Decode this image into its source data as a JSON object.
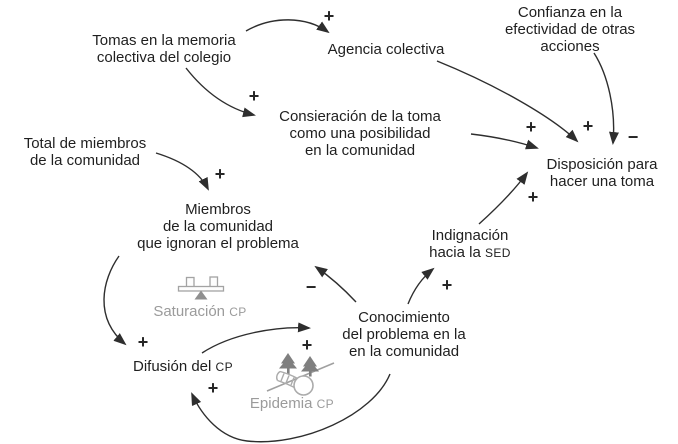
{
  "diagram": {
    "title": "causal loop diagram",
    "background_color": "#ffffff",
    "text_color": "#1f1f1f",
    "muted_text_color": "#9b9b9b",
    "arrow_color": "#2e2e2e"
  },
  "icons": {
    "saturacion": "balance-scale-icon",
    "epidemia": "snowball-epidemic-icon"
  },
  "nodes": [
    {
      "id": "tomas",
      "label": "Tomas en la memoria\ncolectiva del colegio"
    },
    {
      "id": "agencia",
      "label": "Agencia colectiva"
    },
    {
      "id": "confianza",
      "label": "Confianza en la\nefectividad de otras\nacciones"
    },
    {
      "id": "consieracion",
      "label": "Consieración de la toma\ncomo una posibilidad\nen la comunidad"
    },
    {
      "id": "disposicion",
      "label": "Disposición para\nhacer una toma"
    },
    {
      "id": "total",
      "label": "Total de miembros\nde la comunidad"
    },
    {
      "id": "miembros",
      "label": "Miembros\nde la comunidad\nque ignoran el problema"
    },
    {
      "id": "indignacion",
      "label": "Indignación\nhacia la ",
      "suffix": "SED"
    },
    {
      "id": "saturacion",
      "label": "Saturación ",
      "suffix": "CP"
    },
    {
      "id": "conocimiento",
      "label": "Conocimiento\ndel problema en la\nen la comunidad"
    },
    {
      "id": "difusion",
      "label": "Difusión del ",
      "suffix": "CP"
    },
    {
      "id": "epidemia",
      "label": "Epidemia ",
      "suffix": "CP"
    }
  ],
  "edges": [
    {
      "from": "tomas",
      "to": "agencia",
      "sign": "+"
    },
    {
      "from": "tomas",
      "to": "consieracion",
      "sign": "+"
    },
    {
      "from": "total",
      "to": "miembros",
      "sign": "+"
    },
    {
      "from": "agencia",
      "to": "disposicion",
      "sign": "+"
    },
    {
      "from": "confianza",
      "to": "disposicion",
      "sign": "−"
    },
    {
      "from": "consieracion",
      "to": "disposicion",
      "sign": "+"
    },
    {
      "from": "indignacion",
      "to": "disposicion",
      "sign": "+"
    },
    {
      "from": "conocimiento",
      "to": "indignacion",
      "sign": "+"
    },
    {
      "from": "conocimiento",
      "to": "miembros",
      "sign": "−"
    },
    {
      "from": "difusion",
      "to": "conocimiento",
      "sign": "+"
    },
    {
      "from": "conocimiento",
      "to": "difusion",
      "sign": "+"
    },
    {
      "from": "miembros",
      "to": "difusion",
      "sign": "+"
    }
  ]
}
